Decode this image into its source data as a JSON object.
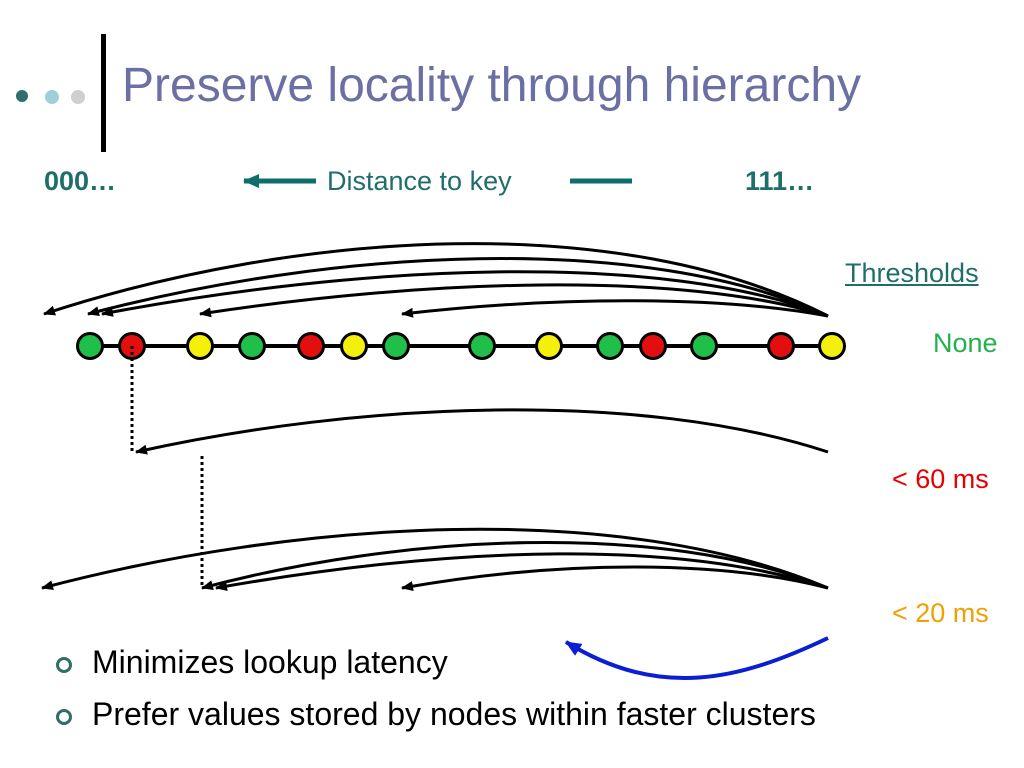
{
  "slide": {
    "title": "Preserve locality through hierarchy",
    "axis": {
      "left_label": "000…",
      "center_label": "Distance to key",
      "right_label": "111…"
    },
    "thresholds": {
      "heading": "Thresholds",
      "none": "None",
      "t60": "< 60 ms",
      "t20": "< 20 ms"
    },
    "bullets": [
      "Minimizes lookup latency",
      "Prefer values stored by nodes within faster clusters"
    ],
    "node_colors": [
      "green",
      "red",
      "yellow",
      "green",
      "red",
      "yellow",
      "green",
      "green",
      "yellow",
      "green",
      "red",
      "green",
      "red",
      "yellow"
    ]
  },
  "colors": {
    "title": "#6b6fa3",
    "axis_text": "#1f6e6a",
    "green": "#1fbf4a",
    "red": "#e30e0e",
    "yellow": "#f5f00a",
    "none_label": "#22b14c",
    "t60_label": "#e60000",
    "t20_label": "#f0a000",
    "blue_arrow": "#0a1ed2",
    "teal_arrow": "#0e6e6a"
  }
}
